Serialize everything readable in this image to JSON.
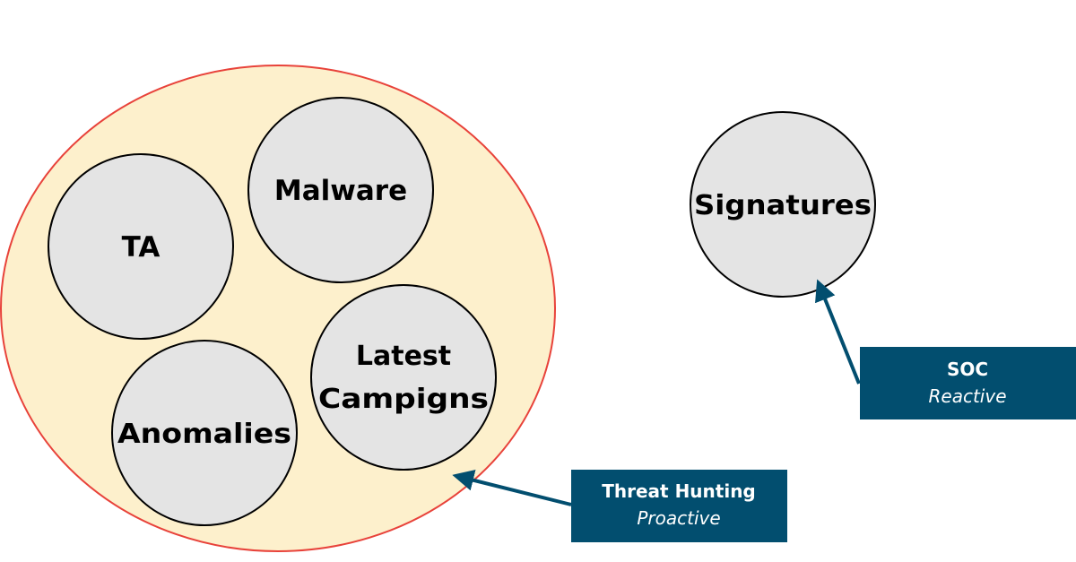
{
  "colors": {
    "proactive_fill": "#FDF0CC",
    "proactive_stroke": "#E8423A",
    "circle_fill": "#E4E4E4",
    "circle_stroke": "#000000",
    "box_fill": "#024E6F",
    "box_text": "#FFFFFF",
    "arrow": "#024E6F"
  },
  "proactive_group": {
    "circles": {
      "ta": "TA",
      "malware": "Malware",
      "latest_line1": "Latest",
      "latest_line2": "Campigns",
      "anomalies": "Anomalies"
    }
  },
  "reactive_group": {
    "signatures": "Signatures"
  },
  "callouts": {
    "threat_hunting": {
      "title": "Threat Hunting",
      "subtitle": "Proactive"
    },
    "soc": {
      "title": "SOC",
      "subtitle": "Reactive"
    }
  }
}
